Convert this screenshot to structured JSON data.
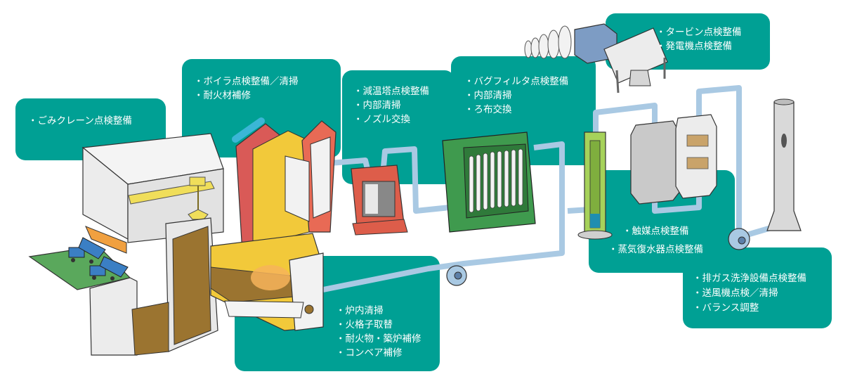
{
  "diagram": {
    "title_hidden": "",
    "colors": {
      "label_bg": "#00a094",
      "label_text": "#ffffff",
      "duct": "#a9c9e3",
      "boiler_red": "#d95a57",
      "furnace_yellow": "#f2c93a",
      "bag_filter_green": "#3f9a4e",
      "cooling_tower_red": "#dd5d4a",
      "scrubber_green": "#a6d25a",
      "waste_brown": "#9b7430"
    },
    "labels": {
      "crane": {
        "items": [
          "ごみクレーン点検整備"
        ]
      },
      "boiler": {
        "items": [
          "ボイラ点検整備／清掃",
          "耐火材補修"
        ]
      },
      "cooling_tower": {
        "items": [
          "減温塔点検整備",
          "内部清掃",
          "ノズル交換"
        ]
      },
      "bag_filter": {
        "items": [
          "バグフィルタ点検整備",
          "内部清掃",
          "ろ布交換"
        ]
      },
      "turbine": {
        "items": [
          "タービン点検整備",
          "発電機点検整備"
        ]
      },
      "catalyst": {
        "items": [
          "触媒点検整備",
          "蒸気復水器点検整備"
        ]
      },
      "scrubber": {
        "items": [
          "排ガス洗浄設備点検整備",
          "送風機点検／清掃",
          "バランス調整"
        ]
      },
      "furnace": {
        "items": [
          "炉内清掃",
          "火格子取替",
          "耐火物・築炉補修",
          "コンベア補修"
        ]
      }
    },
    "equipment": [
      {
        "name": "waste-pit-and-crane"
      },
      {
        "name": "incinerator-boiler"
      },
      {
        "name": "gas-cooling-tower"
      },
      {
        "name": "bag-filter"
      },
      {
        "name": "steam-turbine-generator"
      },
      {
        "name": "gas-scrubber"
      },
      {
        "name": "catalyst-reactor"
      },
      {
        "name": "catalyst-tower"
      },
      {
        "name": "induced-draft-fan"
      },
      {
        "name": "forced-draft-fan"
      },
      {
        "name": "chimney"
      }
    ]
  }
}
